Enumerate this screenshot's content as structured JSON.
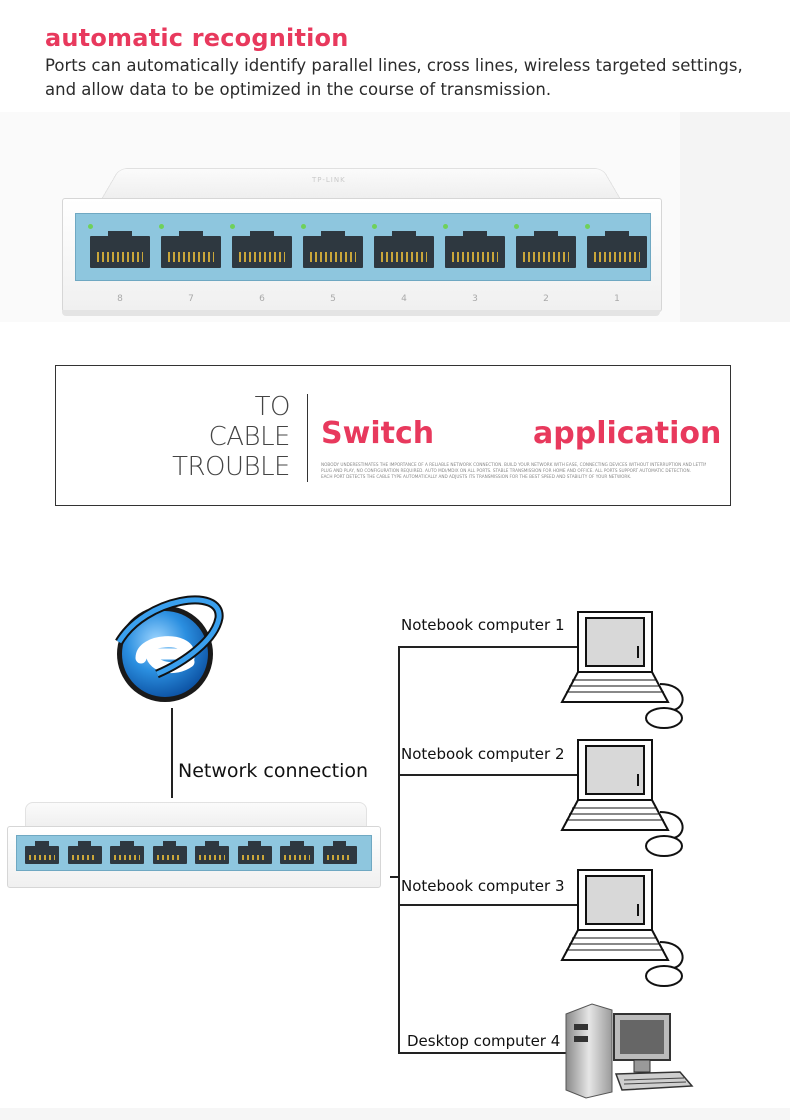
{
  "header": {
    "title": "automatic recognition",
    "description": "Ports can automatically identify parallel lines, cross lines, wireless targeted settings, and allow data to be optimized in the course of transmission."
  },
  "product_photo": {
    "port_numbers": [
      "8",
      "7",
      "6",
      "5",
      "4",
      "3",
      "2",
      "1"
    ],
    "brand_label": "TP-LINK"
  },
  "banner": {
    "line1": "TO",
    "line2": "CABLE",
    "line3": "TROUBLE",
    "word1": "Switch",
    "word2": "application",
    "fine_print_1": "NOBODY UNDERESTIMATES THE IMPORTANCE OF A RELIABLE NETWORK CONNECTION. BUILD YOUR NETWORK WITH EASE, CONNECTING DEVICES WITHOUT INTERRUPTION AND LETTING EVERY PORT FIND ITS CORRECT MODE.",
    "fine_print_2": "PLUG AND PLAY, NO CONFIGURATION REQUIRED. AUTO MDI/MDIX ON ALL PORTS. STABLE TRANSMISSION FOR HOME AND OFFICE. ALL PORTS SUPPORT AUTOMATIC DETECTION.",
    "fine_print_3": "EACH PORT DETECTS THE CABLE TYPE AUTOMATICALLY AND ADJUSTS ITS TRANSMISSION FOR THE BEST SPEED AND STABILITY OF YOUR NETWORK."
  },
  "diagram": {
    "network_label": "Network connection",
    "devices": [
      {
        "label": "Notebook computer 1",
        "type": "notebook"
      },
      {
        "label": "Notebook computer 2",
        "type": "notebook"
      },
      {
        "label": "Notebook computer 3",
        "type": "notebook"
      },
      {
        "label": "Desktop computer 4",
        "type": "desktop"
      }
    ],
    "colors": {
      "accent": "#e8395d",
      "ie_blue": "#1e88d6",
      "port_blue": "#8ec6de"
    }
  }
}
